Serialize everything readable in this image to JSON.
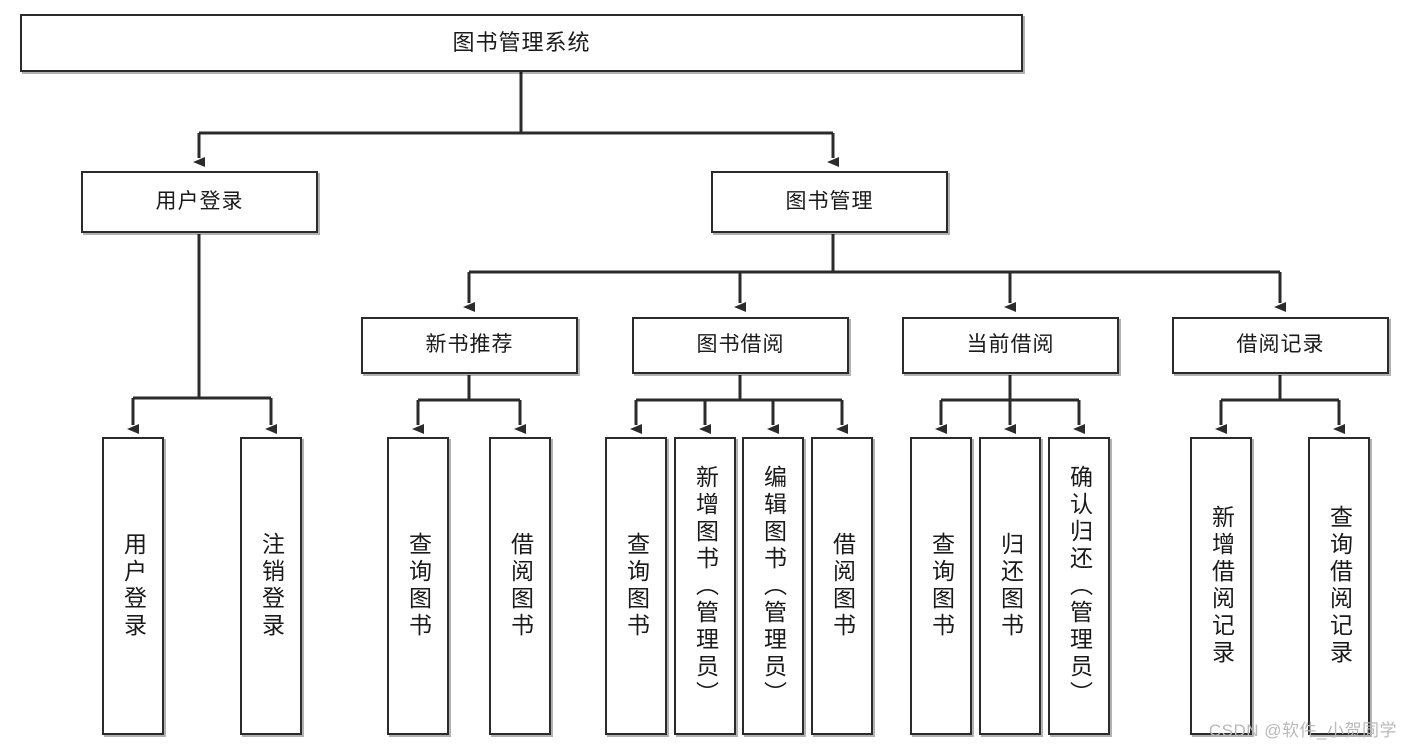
{
  "diagram": {
    "type": "hierarchy-tree",
    "title": "图书管理系统",
    "orientation": "top-down",
    "levels": 4,
    "colors": {
      "box_border": "#2b2b2b",
      "box_fill": "#ffffff",
      "connector": "#2b2b2b",
      "text": "#1a1a1a",
      "watermark": "#b9b9b9"
    },
    "root": {
      "id": "root",
      "label": "图书管理系统"
    },
    "level2": [
      {
        "id": "user-login",
        "label": "用户登录"
      },
      {
        "id": "book-manage",
        "label": "图书管理"
      }
    ],
    "level3": [
      {
        "id": "new-book-recommend",
        "label": "新书推荐"
      },
      {
        "id": "book-borrow",
        "label": "图书借阅"
      },
      {
        "id": "current-borrow",
        "label": "当前借阅"
      },
      {
        "id": "borrow-record",
        "label": "借阅记录"
      }
    ],
    "leaves": {
      "user_login": [
        {
          "id": "leaf-user-login",
          "label": "用户登录"
        },
        {
          "id": "leaf-logout-login",
          "label": "注销登录"
        }
      ],
      "new_book_recommend": [
        {
          "id": "leaf-query-book-1",
          "label": "查询图书"
        },
        {
          "id": "leaf-borrow-book-1",
          "label": "借阅图书"
        }
      ],
      "book_borrow": [
        {
          "id": "leaf-query-book-2",
          "label": "查询图书"
        },
        {
          "id": "leaf-add-book",
          "label": "新增图书（管理员）"
        },
        {
          "id": "leaf-edit-book",
          "label": "编辑图书（管理员）"
        },
        {
          "id": "leaf-borrow-book-2",
          "label": "借阅图书"
        }
      ],
      "current_borrow": [
        {
          "id": "leaf-query-book-3",
          "label": "查询图书"
        },
        {
          "id": "leaf-return-book",
          "label": "归还图书"
        },
        {
          "id": "leaf-confirm-return",
          "label": "确认归还（管理员）"
        }
      ],
      "borrow_record": [
        {
          "id": "leaf-add-record",
          "label": "新增借阅记录"
        },
        {
          "id": "leaf-query-record",
          "label": "查询借阅记录"
        }
      ]
    }
  },
  "watermark": {
    "text": "CSDN @软件_小贺同学"
  }
}
